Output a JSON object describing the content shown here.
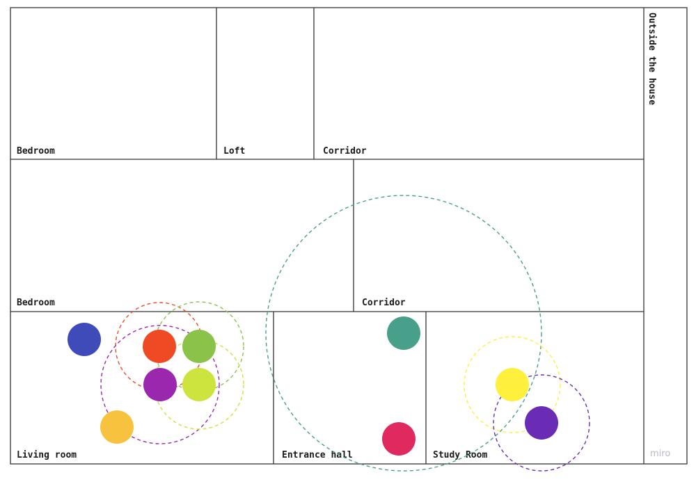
{
  "rooms": {
    "bedroom_top": "Bedroom",
    "loft": "Loft",
    "corridor_top": "Corridor",
    "bedroom_mid": "Bedroom",
    "corridor_mid": "Corridor",
    "living_room": "Living room",
    "entrance_hall": "Entrance hall",
    "study_room": "Study Room"
  },
  "outside_label": "Outside the house",
  "brand": "miro",
  "colors": {
    "blue": "#3f4bb8",
    "red_orange": "#ee4a23",
    "green": "#8bc34a",
    "purple": "#9b27af",
    "lime": "#cde33e",
    "amber": "#f7c23e",
    "teal": "#48a08a",
    "crimson": "#e0295f",
    "yellow": "#fef03c",
    "violet": "#6a2bb5"
  }
}
